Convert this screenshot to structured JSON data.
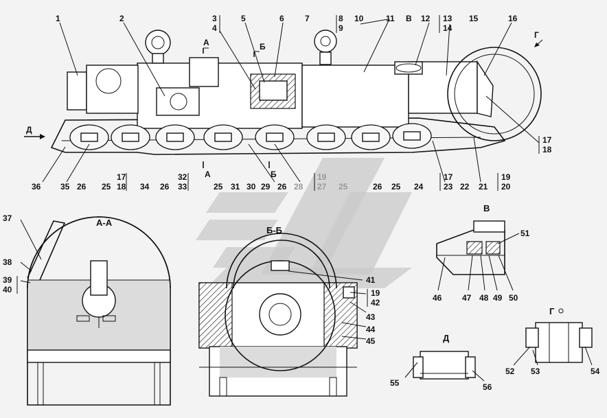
{
  "callouts": {
    "top_row": [
      "1",
      "2",
      "3",
      "4",
      "5",
      "6",
      "7",
      "8",
      "9",
      "10",
      "11",
      "В",
      "12",
      "13",
      "14",
      "15",
      "16",
      "Г"
    ],
    "right_side": [
      "17",
      "18"
    ],
    "bottom_row": [
      "36",
      "35",
      "26",
      "25",
      "17",
      "18",
      "34",
      "26",
      "32",
      "33",
      "А",
      "25",
      "31",
      "30",
      "29",
      "26",
      "28",
      "19",
      "27",
      "25",
      "26",
      "25",
      "24",
      "17",
      "23",
      "22",
      "21",
      "19",
      "20"
    ],
    "section_markers": [
      "А",
      "Б",
      "Б",
      "Д"
    ],
    "section_aa": [
      "37",
      "38",
      "39",
      "40"
    ],
    "section_bb": [
      "41",
      "19",
      "42",
      "43",
      "44",
      "45"
    ],
    "view_v": [
      "51",
      "46",
      "47",
      "48",
      "49",
      "50"
    ],
    "view_d": [
      "55",
      "56"
    ],
    "view_g": [
      "52",
      "53",
      "54"
    ]
  },
  "titles": {
    "section_aa": "А-А",
    "section_bb": "Б-Б",
    "view_v": "В",
    "view_d": "Д",
    "view_g": "Г"
  }
}
